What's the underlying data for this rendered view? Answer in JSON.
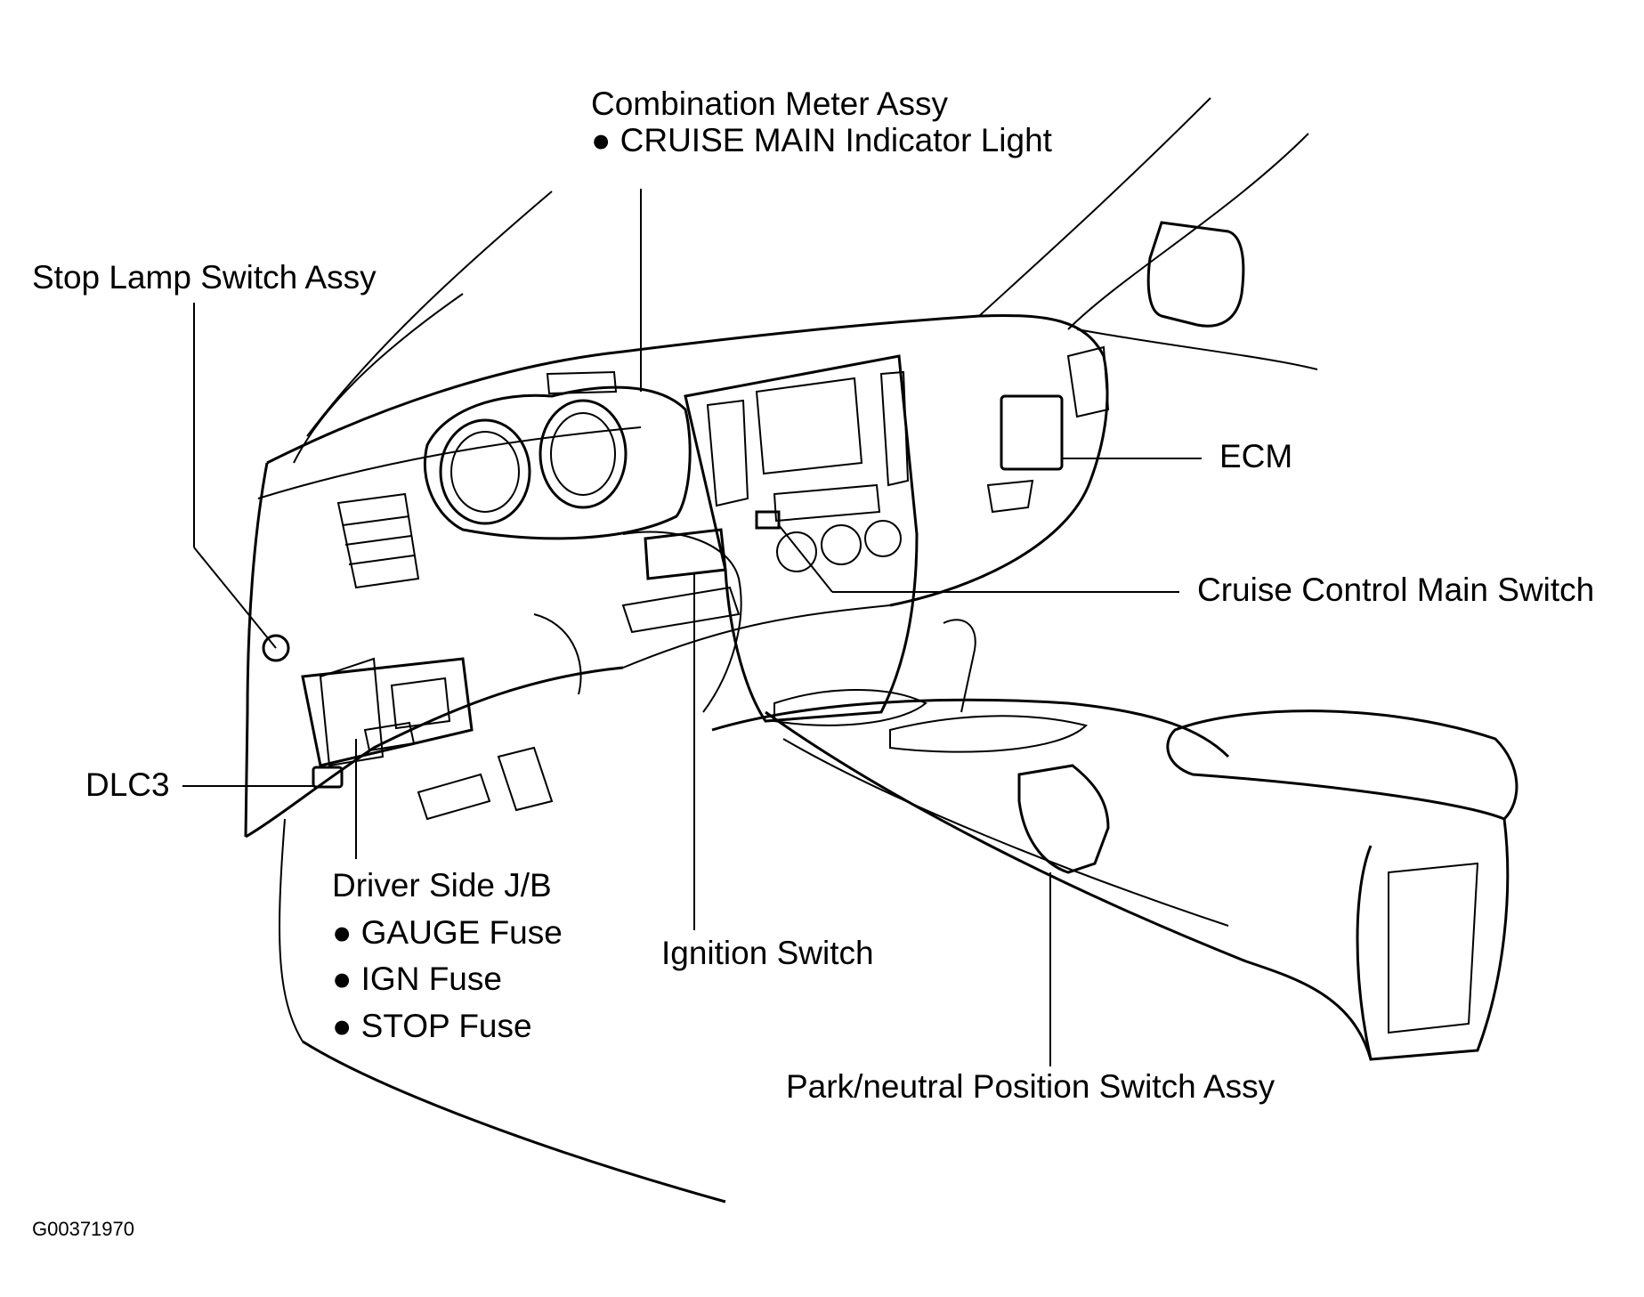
{
  "labels": {
    "combination_meter": "Combination Meter Assy",
    "cruise_main_indicator": "CRUISE MAIN Indicator Light",
    "stop_lamp_switch": "Stop Lamp Switch Assy",
    "ecm": "ECM",
    "cruise_control_main_switch": "Cruise Control Main Switch",
    "dlc3": "DLC3",
    "driver_side_jb": "Driver Side J/B",
    "gauge_fuse": "GAUGE Fuse",
    "ign_fuse": "IGN Fuse",
    "stop_fuse": "STOP Fuse",
    "ignition_switch": "Ignition Switch",
    "park_neutral_switch": "Park/neutral Position Switch Assy"
  },
  "bullet": "●",
  "figure_code": "G00371970"
}
